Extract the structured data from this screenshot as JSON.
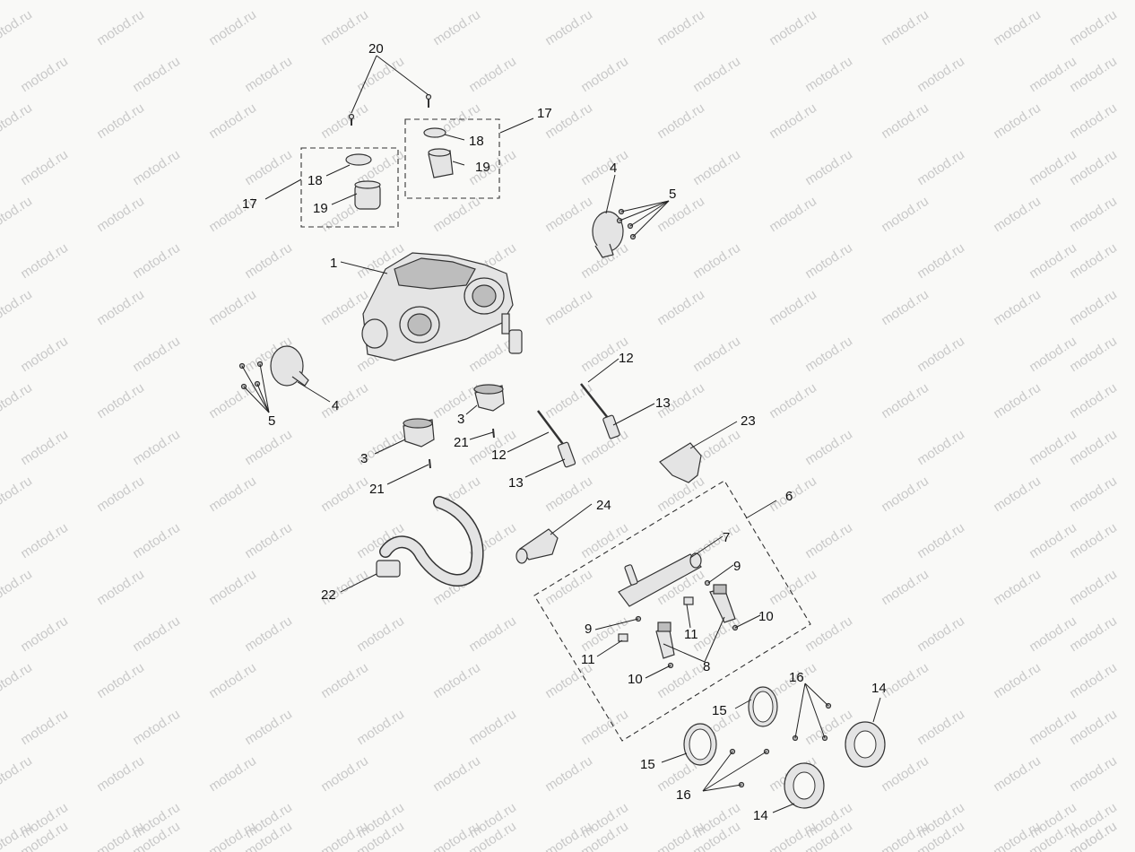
{
  "watermark": "motod.ru",
  "callouts": {
    "c1": "1",
    "c3a": "3",
    "c3b": "3",
    "c4a": "4",
    "c4b": "4",
    "c5a": "5",
    "c5b": "5",
    "c6": "6",
    "c7": "7",
    "c8": "8",
    "c9a": "9",
    "c9b": "9",
    "c10a": "10",
    "c10b": "10",
    "c11a": "11",
    "c11b": "11",
    "c12a": "12",
    "c12b": "12",
    "c13a": "13",
    "c13b": "13",
    "c14a": "14",
    "c14b": "14",
    "c15a": "15",
    "c15b": "15",
    "c16a": "16",
    "c16b": "16",
    "c17a": "17",
    "c17b": "17",
    "c18a": "18",
    "c18b": "18",
    "c19a": "19",
    "c19b": "19",
    "c20": "20",
    "c21a": "21",
    "c21b": "21",
    "c22": "22",
    "c23": "23",
    "c24": "24"
  }
}
